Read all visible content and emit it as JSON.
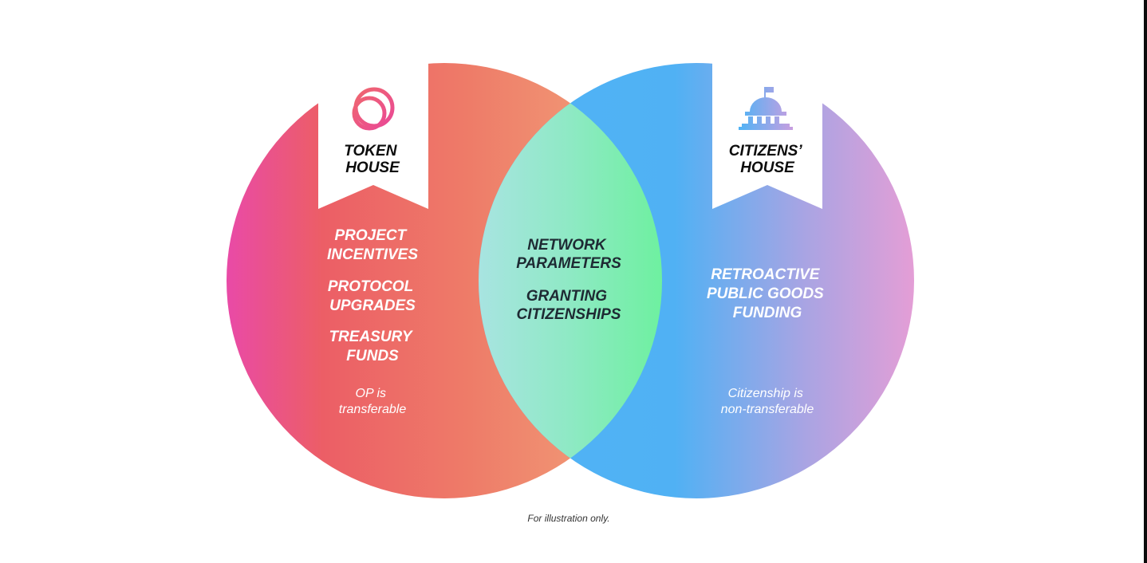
{
  "colors": {
    "token_left": "#e94aa7",
    "token_mid": "#ec6a5c",
    "token_right": "#f2a27a",
    "citizens_left": "#4fb3f5",
    "citizens_right": "#e49ed6",
    "overlap_left": "#a5e6df",
    "overlap_right": "#72eda0",
    "dark_text": "#1e2a33"
  },
  "token_house": {
    "icon": "rings-icon",
    "title_lines": [
      "TOKEN",
      "HOUSE"
    ],
    "items": [
      [
        "PROJECT",
        "INCENTIVES"
      ],
      [
        "PROTOCOL",
        "UPGRADES"
      ],
      [
        "TREASURY",
        "FUNDS"
      ]
    ],
    "note_lines": [
      "OP is",
      "transferable"
    ]
  },
  "overlap": {
    "items": [
      [
        "NETWORK",
        "PARAMETERS"
      ],
      [
        "GRANTING",
        "CITIZENSHIPS"
      ]
    ]
  },
  "citizens_house": {
    "icon": "capitol-building-icon",
    "title_lines": [
      "CITIZENS’",
      "HOUSE"
    ],
    "items": [
      [
        "RETROACTIVE",
        "PUBLIC GOODS",
        "FUNDING"
      ]
    ],
    "note_lines": [
      "Citizenship is",
      "non-transferable"
    ]
  },
  "footnote": "For illustration only."
}
